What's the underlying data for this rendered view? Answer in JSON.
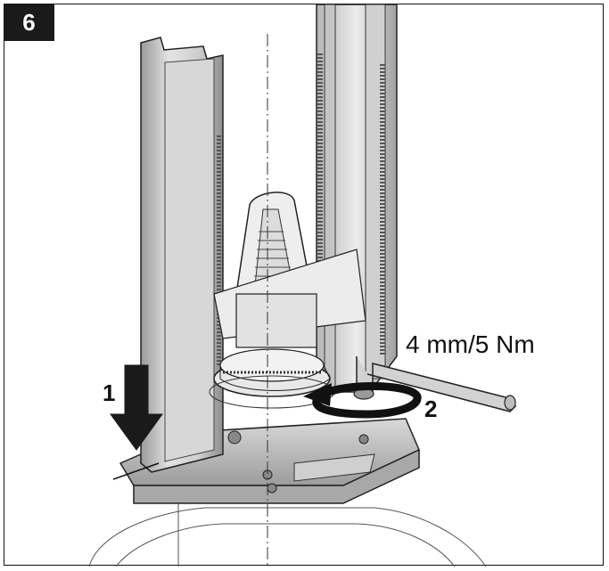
{
  "step_number": "6",
  "callouts": {
    "arrow_1": "1",
    "arrow_2": "2",
    "tool_spec": "4 mm/5 Nm"
  },
  "colors": {
    "line": "#222222",
    "metal_light": "#e6e6e6",
    "metal_mid": "#bdbdbd",
    "metal_dark": "#8c8c8c",
    "arrow_fill": "#1a1a1a",
    "badge_bg": "#1a1a1a"
  },
  "icons": [
    "down-arrow-icon",
    "rotate-arrow-icon",
    "hex-key-icon"
  ]
}
